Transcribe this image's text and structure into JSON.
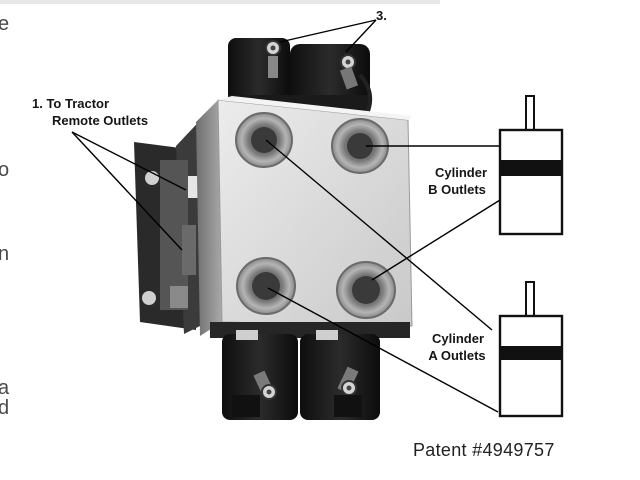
{
  "callouts": {
    "valve_number": "3.",
    "tractor_line1": "1. To Tractor",
    "tractor_line2": "Remote Outlets",
    "cyl_b_line1": "Cylinder",
    "cyl_b_line2": "B Outlets",
    "cyl_a_line1": "Cylinder",
    "cyl_a_line2": "A Outlets"
  },
  "left_margin_fragments": [
    "e",
    "o",
    "n",
    "a",
    "d"
  ],
  "patent": "Patent #4949757",
  "colors": {
    "background": "#ffffff",
    "manifold_block": "#d9d9d9",
    "solenoid": "#1c1c1c",
    "bracket": "#2e2e2e",
    "leader_line": "#000000",
    "cylinder_band": "#111111"
  }
}
